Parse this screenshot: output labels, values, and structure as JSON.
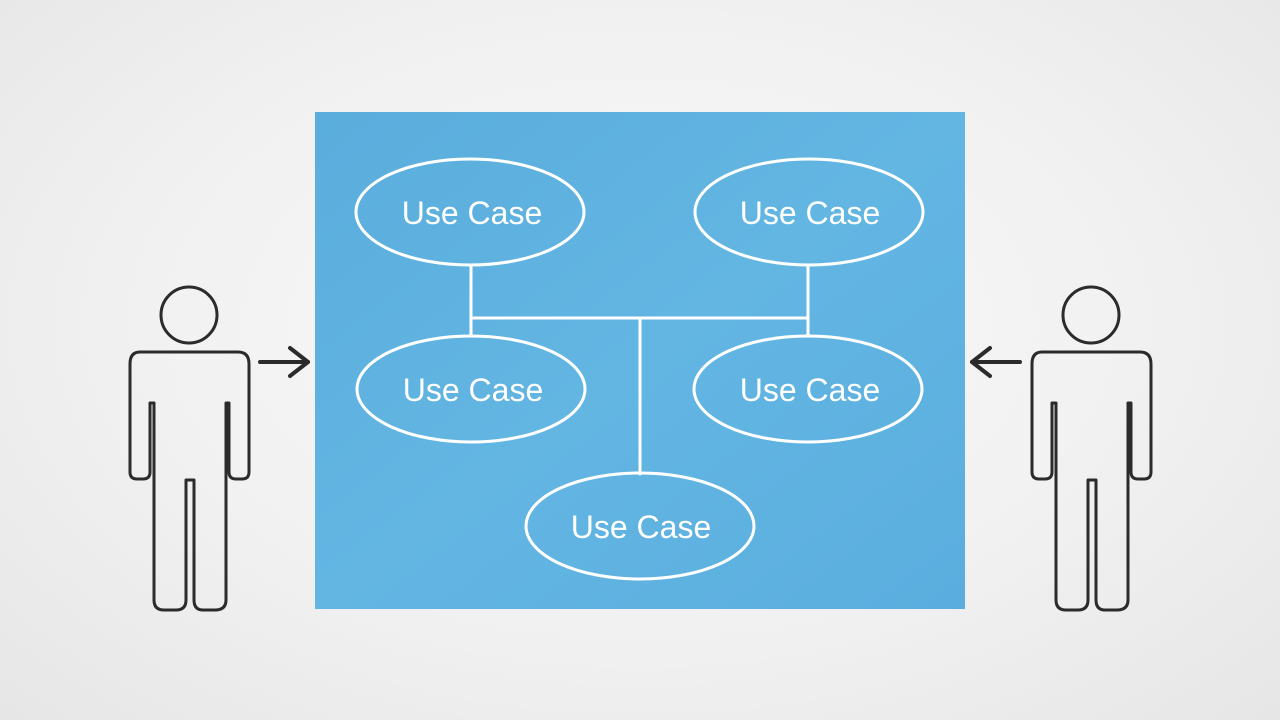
{
  "diagram": {
    "type": "use-case-diagram",
    "system_boundary": {
      "color": "#5cb0de"
    },
    "use_cases": [
      {
        "id": "uc-top-left",
        "label": "Use Case"
      },
      {
        "id": "uc-top-right",
        "label": "Use Case"
      },
      {
        "id": "uc-middle-left",
        "label": "Use Case"
      },
      {
        "id": "uc-middle-right",
        "label": "Use Case"
      },
      {
        "id": "uc-bottom-center",
        "label": "Use Case"
      }
    ],
    "actors": [
      {
        "id": "actor-left",
        "icon": "stick-figure-icon",
        "arrow_direction": "right"
      },
      {
        "id": "actor-right",
        "icon": "stick-figure-icon",
        "arrow_direction": "left"
      }
    ],
    "colors": {
      "line": "#ffffff",
      "actor_stroke": "#2b2b2b"
    }
  }
}
